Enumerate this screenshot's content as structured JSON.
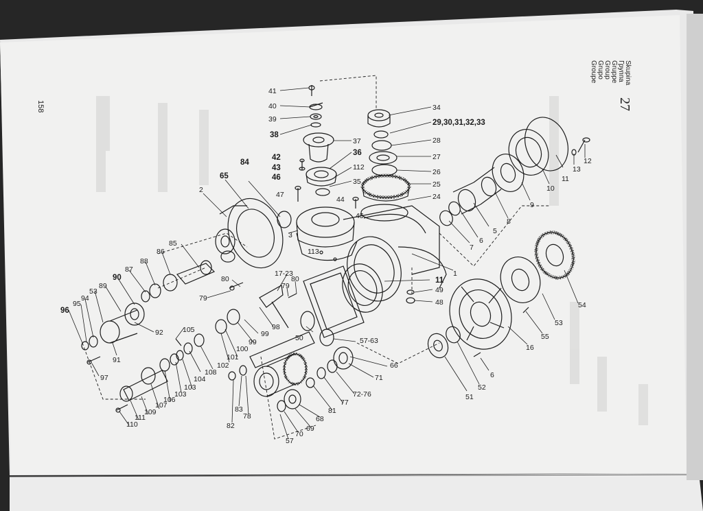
{
  "page": {
    "number": "158",
    "group_no": "27",
    "group_words": [
      "Skupina",
      "Группа",
      "Gruppe",
      "Group",
      "Grupo",
      "Groupe"
    ]
  },
  "callouts": [
    {
      "id": "c41",
      "text": "41",
      "bold": false
    },
    {
      "id": "c40",
      "text": "40",
      "bold": false
    },
    {
      "id": "c39",
      "text": "39",
      "bold": false
    },
    {
      "id": "c38",
      "text": "38",
      "bold": true
    },
    {
      "id": "c42",
      "text": "42",
      "bold": true
    },
    {
      "id": "c43",
      "text": "43",
      "bold": true
    },
    {
      "id": "c46",
      "text": "46",
      "bold": true
    },
    {
      "id": "c47",
      "text": "47",
      "bold": false
    },
    {
      "id": "c37",
      "text": "37",
      "bold": false
    },
    {
      "id": "c36",
      "text": "36",
      "bold": true
    },
    {
      "id": "c112",
      "text": "112",
      "bold": false
    },
    {
      "id": "c35",
      "text": "35",
      "bold": false
    },
    {
      "id": "c44",
      "text": "44",
      "bold": false
    },
    {
      "id": "c45",
      "text": "45",
      "bold": false
    },
    {
      "id": "c34",
      "text": "34",
      "bold": false
    },
    {
      "id": "c29",
      "text": "29,30,31,32,33",
      "bold": true
    },
    {
      "id": "c28",
      "text": "28",
      "bold": false
    },
    {
      "id": "c27",
      "text": "27",
      "bold": false
    },
    {
      "id": "c26",
      "text": "26",
      "bold": false
    },
    {
      "id": "c25",
      "text": "25",
      "bold": false
    },
    {
      "id": "c24",
      "text": "24",
      "bold": false
    },
    {
      "id": "c84",
      "text": "84",
      "bold": true
    },
    {
      "id": "c65",
      "text": "65",
      "bold": true
    },
    {
      "id": "c2",
      "text": "2",
      "bold": false
    },
    {
      "id": "c3",
      "text": "3",
      "bold": false
    },
    {
      "id": "c113",
      "text": "113",
      "bold": false
    },
    {
      "id": "c1",
      "text": "1",
      "bold": false
    },
    {
      "id": "c13",
      "text": "13",
      "bold": false
    },
    {
      "id": "c12",
      "text": "12",
      "bold": false
    },
    {
      "id": "c11a",
      "text": "11",
      "bold": false
    },
    {
      "id": "c10",
      "text": "10",
      "bold": false
    },
    {
      "id": "c9",
      "text": "9",
      "bold": false
    },
    {
      "id": "c8",
      "text": "8",
      "bold": false
    },
    {
      "id": "c5",
      "text": "5",
      "bold": false
    },
    {
      "id": "c6",
      "text": "6",
      "bold": false
    },
    {
      "id": "c7",
      "text": "7",
      "bold": false
    },
    {
      "id": "c85",
      "text": "85",
      "bold": false
    },
    {
      "id": "c86",
      "text": "86",
      "bold": false
    },
    {
      "id": "c88",
      "text": "88",
      "bold": false
    },
    {
      "id": "c87",
      "text": "87",
      "bold": false
    },
    {
      "id": "c90",
      "text": "90",
      "bold": true
    },
    {
      "id": "c89",
      "text": "89",
      "bold": false
    },
    {
      "id": "c53a",
      "text": "53",
      "bold": false
    },
    {
      "id": "c94",
      "text": "94",
      "bold": false
    },
    {
      "id": "c95",
      "text": "95",
      "bold": false
    },
    {
      "id": "c96",
      "text": "96",
      "bold": true
    },
    {
      "id": "c92",
      "text": "92",
      "bold": false
    },
    {
      "id": "c91",
      "text": "91",
      "bold": false
    },
    {
      "id": "c97",
      "text": "97",
      "bold": false
    },
    {
      "id": "c80a",
      "text": "80",
      "bold": false
    },
    {
      "id": "c79a",
      "text": "79",
      "bold": false
    },
    {
      "id": "c17",
      "text": "17-23",
      "bold": false
    },
    {
      "id": "c79b",
      "text": "79",
      "bold": false
    },
    {
      "id": "c80b",
      "text": "80",
      "bold": false
    },
    {
      "id": "c11b",
      "text": "11",
      "bold": true
    },
    {
      "id": "c49",
      "text": "49",
      "bold": false
    },
    {
      "id": "c48",
      "text": "48",
      "bold": false
    },
    {
      "id": "c99a",
      "text": "99",
      "bold": false
    },
    {
      "id": "c98",
      "text": "98",
      "bold": false
    },
    {
      "id": "c99b",
      "text": "99",
      "bold": false
    },
    {
      "id": "c100",
      "text": "100",
      "bold": false
    },
    {
      "id": "c101",
      "text": "101",
      "bold": false
    },
    {
      "id": "c102",
      "text": "102",
      "bold": false
    },
    {
      "id": "c105",
      "text": "105",
      "bold": false
    },
    {
      "id": "c108",
      "text": "108",
      "bold": false
    },
    {
      "id": "c104",
      "text": "104",
      "bold": false
    },
    {
      "id": "c103a",
      "text": "103",
      "bold": false
    },
    {
      "id": "c103b",
      "text": "103",
      "bold": false
    },
    {
      "id": "c106",
      "text": "106",
      "bold": false
    },
    {
      "id": "c107",
      "text": "107",
      "bold": false
    },
    {
      "id": "c109",
      "text": "109",
      "bold": false
    },
    {
      "id": "c111",
      "text": "111",
      "bold": false
    },
    {
      "id": "c110",
      "text": "110",
      "bold": false
    },
    {
      "id": "c50",
      "text": "50",
      "bold": false
    },
    {
      "id": "c5763a",
      "text": "57-63",
      "bold": false
    },
    {
      "id": "c66",
      "text": "66",
      "bold": false
    },
    {
      "id": "c71",
      "text": "71",
      "bold": false
    },
    {
      "id": "c7276",
      "text": "72-76",
      "bold": false
    },
    {
      "id": "c77",
      "text": "77",
      "bold": false
    },
    {
      "id": "c81",
      "text": "81",
      "bold": false
    },
    {
      "id": "c68",
      "text": "68",
      "bold": false
    },
    {
      "id": "c69",
      "text": "69",
      "bold": false
    },
    {
      "id": "c70",
      "text": "70",
      "bold": false
    },
    {
      "id": "c57",
      "text": "57",
      "bold": false
    },
    {
      "id": "c78",
      "text": "78",
      "bold": false
    },
    {
      "id": "c83",
      "text": "83",
      "bold": false
    },
    {
      "id": "c82",
      "text": "82",
      "bold": false
    },
    {
      "id": "c54",
      "text": "54",
      "bold": false
    },
    {
      "id": "c53b",
      "text": "53",
      "bold": false
    },
    {
      "id": "c55",
      "text": "55",
      "bold": false
    },
    {
      "id": "c16",
      "text": "16",
      "bold": false
    },
    {
      "id": "c51",
      "text": "51",
      "bold": false
    },
    {
      "id": "c52",
      "text": "52",
      "bold": false
    },
    {
      "id": "c6b",
      "text": "6",
      "bold": false
    }
  ]
}
